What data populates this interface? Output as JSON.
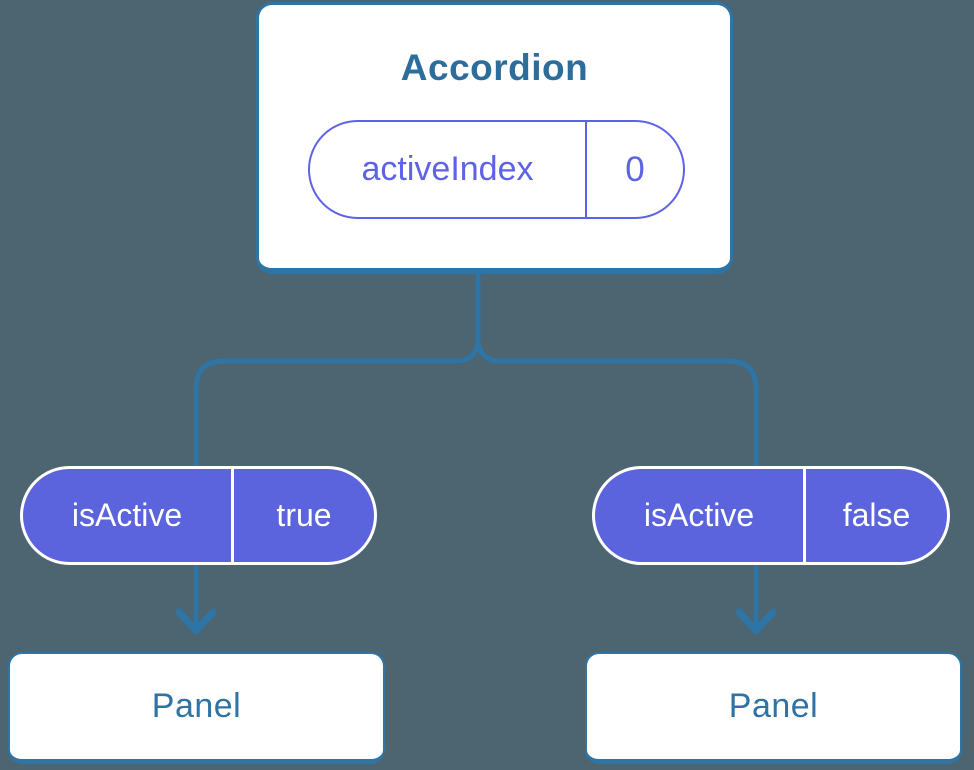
{
  "diagram": {
    "type": "component-tree",
    "description": "React component tree: Accordion parent holding state, passing props to two Panel children",
    "root": {
      "title": "Accordion",
      "state_pill": {
        "label": "activeIndex",
        "value": "0",
        "style": "outline"
      }
    },
    "children": [
      {
        "prop_pill": {
          "label": "isActive",
          "value": "true",
          "style": "filled"
        },
        "box": {
          "title": "Panel"
        }
      },
      {
        "prop_pill": {
          "label": "isActive",
          "value": "false",
          "style": "filled"
        },
        "box": {
          "title": "Panel"
        }
      }
    ]
  },
  "colors": {
    "background": "#4c6571",
    "card_background": "#ffffff",
    "connector_blue": "#2e74a5",
    "heading_blue": "#2c6d9b",
    "pill_purple": "#5b63dd",
    "pill_outline_purple": "#5d62e6"
  }
}
